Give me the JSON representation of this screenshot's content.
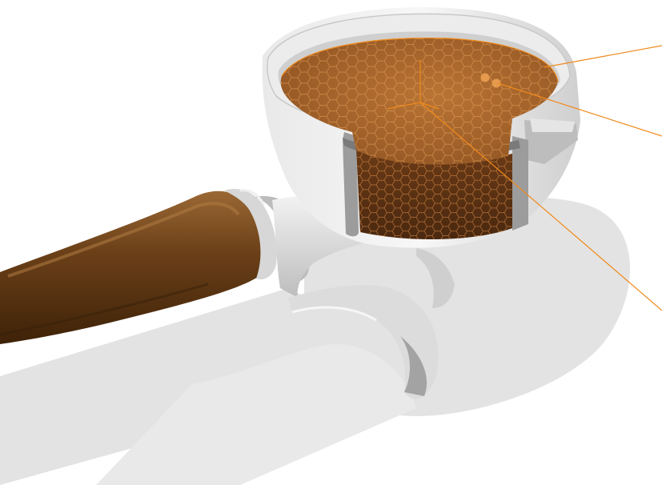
{
  "illustration": {
    "subject": "espresso-portafilter-cutaway",
    "colors": {
      "background": "#ffffff",
      "shadow": "#e1e1e1",
      "metal_light": "#f4f4f4",
      "metal_mid": "#d4d4d4",
      "metal_dark": "#a9a9a9",
      "handle_light": "#8a5a2e",
      "handle_mid": "#6b4018",
      "handle_dark": "#4a2a0e",
      "coffee_top": "#a8652a",
      "coffee_side": "#5b3212",
      "honeycomb_line": "#e7a35c",
      "callout_line": "#f08a1c"
    }
  },
  "callouts": [
    {
      "id": "surface",
      "label": ""
    },
    {
      "id": "channel-spots",
      "label": ""
    },
    {
      "id": "puck-center",
      "label": ""
    }
  ]
}
